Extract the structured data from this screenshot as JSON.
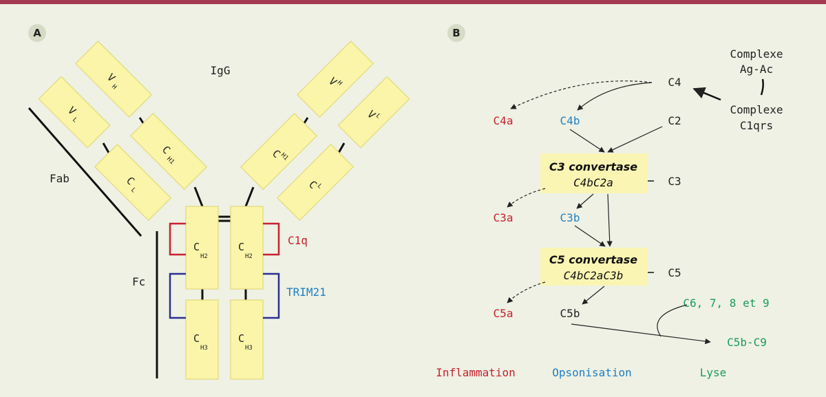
{
  "panel_a": {
    "badge": "A",
    "title": "IgG",
    "fab_label": "Fab",
    "fc_label": "Fc",
    "c1q_label": "C1q",
    "trim21_label": "TRIM21",
    "domains": {
      "vh": {
        "main": "V",
        "sub": "H"
      },
      "vl": {
        "main": "V",
        "sub": "L"
      },
      "ch1": {
        "main": "C",
        "sub": "H1"
      },
      "cl": {
        "main": "C",
        "sub": "L"
      },
      "ch2": {
        "main": "C",
        "sub": "H2"
      },
      "ch3": {
        "main": "C",
        "sub": "H3"
      }
    }
  },
  "panel_b": {
    "badge": "B",
    "complexe_ag_ac": [
      "Complexe",
      "Ag-Ac"
    ],
    "complexe_c1qrs": [
      "Complexe",
      "C1qrs"
    ],
    "c4": "C4",
    "c4a": "C4a",
    "c4b": "C4b",
    "c2": "C2",
    "c3_convertase": {
      "title": "C3 convertase",
      "formula": "C4bC2a"
    },
    "c3": "C3",
    "c3a": "C3a",
    "c3b": "C3b",
    "c5_convertase": {
      "title": "C5 convertase",
      "formula": "C4bC2aC3b"
    },
    "c5": "C5",
    "c5a": "C5a",
    "c5b": "C5b",
    "c6_9": "C6, 7, 8 et 9",
    "c5b_c9": "C5b-C9",
    "legend": {
      "inflammation": "Inflammation",
      "opsonisation": "Opsonisation",
      "lyse": "Lyse"
    }
  },
  "colors": {
    "background": "#eef1e4",
    "top_bar": "#a23b52",
    "domain_fill": "#faf5a8",
    "red": "#c8202e",
    "blue": "#1f7fc2",
    "green": "#1a9b5a",
    "navy": "#2b2f8f"
  }
}
